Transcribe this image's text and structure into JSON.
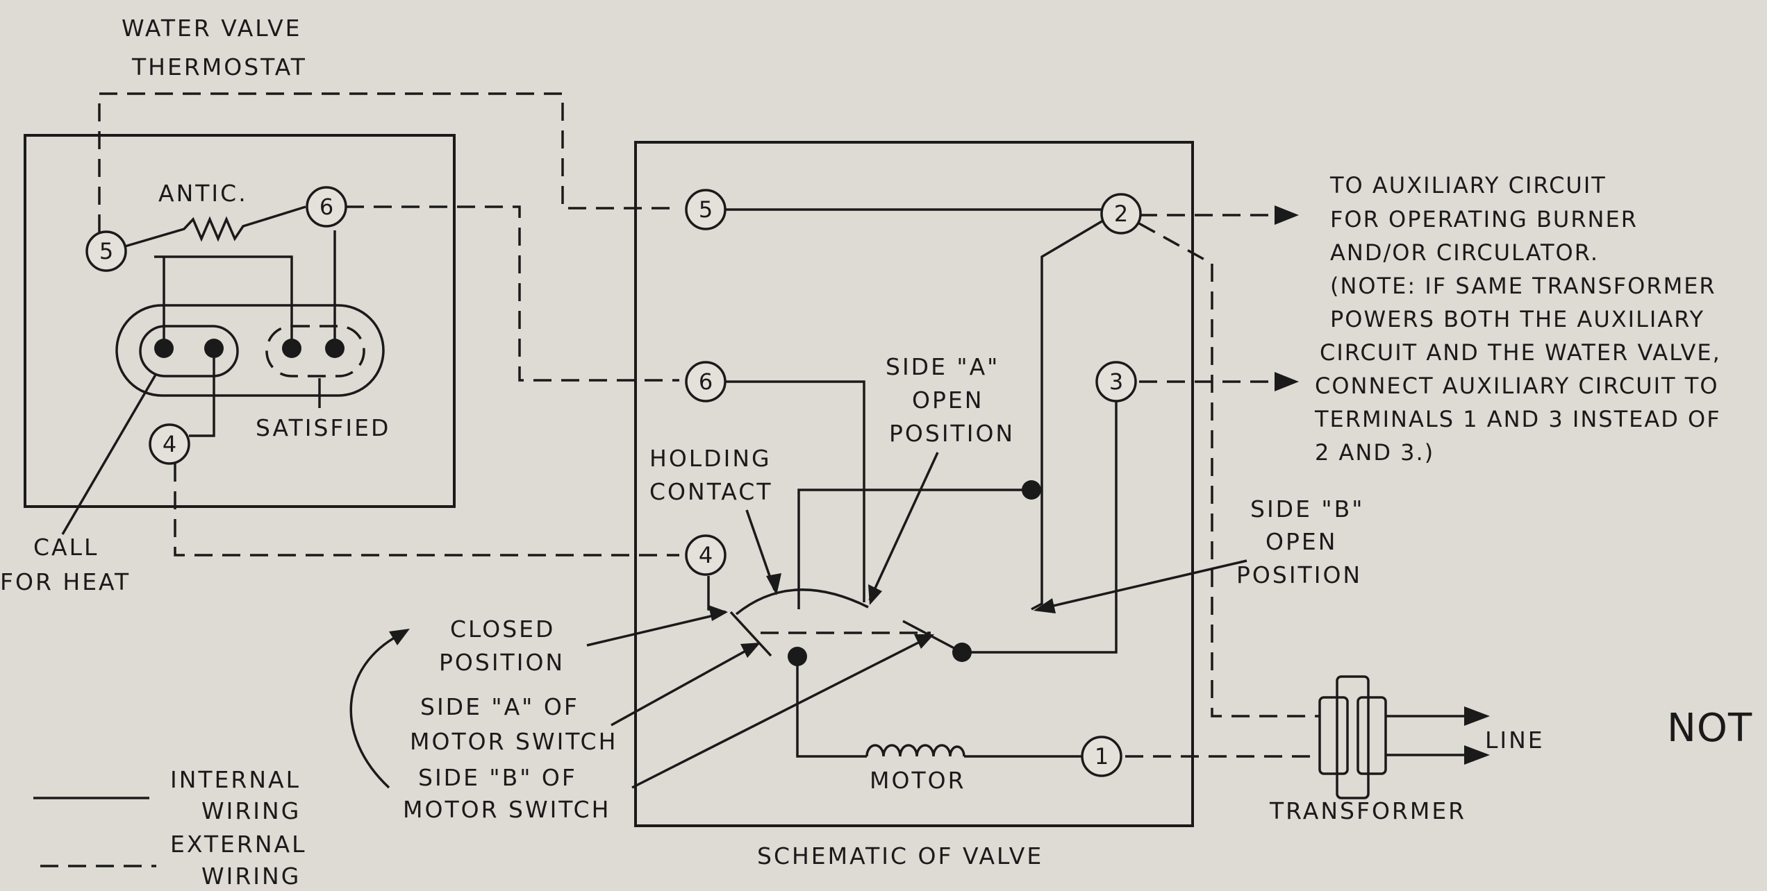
{
  "thermostat": {
    "title_line1": "WATER VALVE",
    "title_line2": "THERMOSTAT",
    "antic_label": "ANTIC.",
    "satisfied_label": "SATISFIED",
    "call_for_heat_line1": "CALL",
    "call_for_heat_line2": "FOR HEAT",
    "terminals": [
      "5",
      "6",
      "4"
    ]
  },
  "valve": {
    "terminals": [
      "5",
      "2",
      "6",
      "3",
      "4",
      "1"
    ],
    "side_a_open": [
      "SIDE \"A\"",
      "OPEN",
      "POSITION"
    ],
    "holding_contact": [
      "HOLDING",
      "CONTACT"
    ],
    "side_b_open": [
      "SIDE \"B\"",
      "OPEN",
      "POSITION"
    ],
    "closed_position": [
      "CLOSED",
      "POSITION"
    ],
    "side_a_switch": [
      "SIDE \"A\" OF",
      "MOTOR SWITCH"
    ],
    "side_b_switch": [
      "SIDE \"B\" OF",
      "MOTOR SWITCH"
    ],
    "motor_label": "MOTOR",
    "caption": "SCHEMATIC OF VALVE"
  },
  "auxiliary_note": [
    "TO AUXILIARY CIRCUIT",
    "FOR OPERATING BURNER",
    "AND/OR CIRCULATOR.",
    "(NOTE: IF SAME TRANSFORMER",
    "POWERS BOTH THE AUXILIARY",
    "CIRCUIT AND THE WATER VALVE,",
    "CONNECT AUXILIARY CIRCUIT TO",
    "TERMINALS 1 AND 3 INSTEAD OF",
    "2 AND 3.)"
  ],
  "transformer": {
    "label": "TRANSFORMER",
    "line_label": "LINE"
  },
  "legend": {
    "internal": [
      "INTERNAL",
      "WIRING"
    ],
    "external": [
      "EXTERNAL",
      "WIRING"
    ]
  },
  "edge_text": "NOT"
}
